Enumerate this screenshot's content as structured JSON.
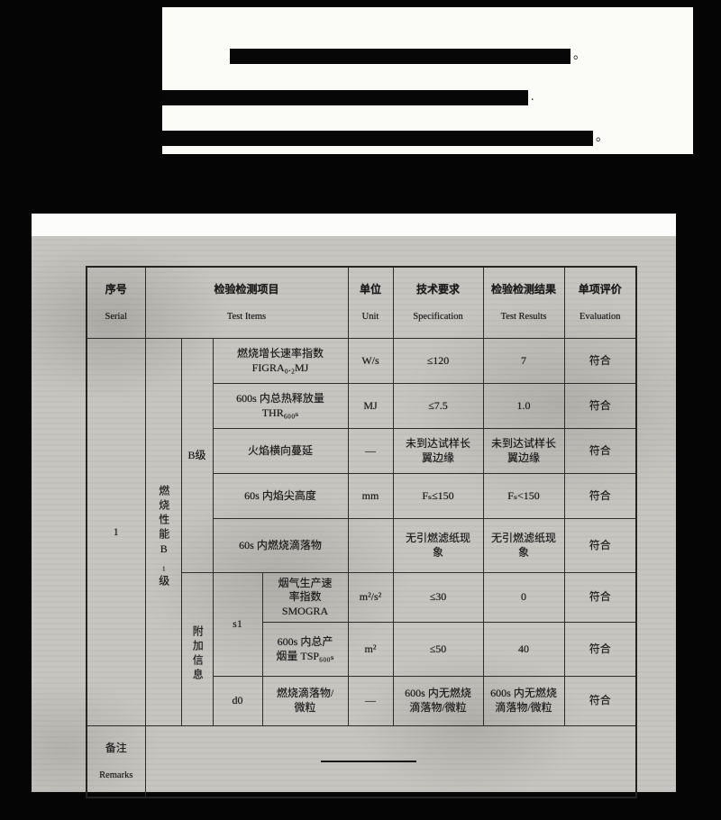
{
  "top_block": {
    "lines": [
      {
        "suffix": "。"
      },
      {
        "suffix": "."
      },
      {
        "suffix": "。"
      }
    ]
  },
  "table": {
    "header": {
      "serial_zh": "序号",
      "serial_en": "Serial",
      "items_zh": "检验检测项目",
      "items_en": "Test Items",
      "unit_zh": "单位",
      "unit_en": "Unit",
      "spec_zh": "技术要求",
      "spec_en": "Specification",
      "result_zh": "检验检测结果",
      "result_en": "Test Results",
      "eval_zh": "单项评价",
      "eval_en": "Evaluation"
    },
    "serial_value": "1",
    "category_label": "燃烧性能B₁级",
    "groups": {
      "b_class": "B级",
      "additional_info": "附加信息",
      "s1": "s1",
      "d0": "d0"
    },
    "rows": [
      {
        "name": "燃烧增长速率指数\nFIGRA₀.₂MJ",
        "unit": "W/s",
        "spec": "≤120",
        "result": "7",
        "eval": "符合"
      },
      {
        "name": "600s 内总热释放量\nTHR₆₀₀ₛ",
        "unit": "MJ",
        "spec": "≤7.5",
        "result": "1.0",
        "eval": "符合"
      },
      {
        "name": "火焰横向蔓延",
        "unit": "—",
        "spec": "未到达试样长\n翼边缘",
        "result": "未到达试样长\n翼边缘",
        "eval": "符合"
      },
      {
        "name": "60s 内焰尖高度",
        "unit": "mm",
        "spec": "Fₛ≤150",
        "result": "Fₛ<150",
        "eval": "符合"
      },
      {
        "name": "60s 内燃烧滴落物",
        "unit": "",
        "spec": "无引燃滤纸现\n象",
        "result": "无引燃滤纸现\n象",
        "eval": "符合"
      },
      {
        "name": "烟气生产速\n率指数\nSMOGRA",
        "unit": "m²/s²",
        "spec": "≤30",
        "result": "0",
        "eval": "符合"
      },
      {
        "name": "600s 内总产\n烟量 TSP₆₀₀ₛ",
        "unit": "m²",
        "spec": "≤50",
        "result": "40",
        "eval": "符合"
      },
      {
        "name": "燃烧滴落物/\n微粒",
        "unit": "—",
        "spec": "600s 内无燃烧\n滴落物/微粒",
        "result": "600s 内无燃烧\n滴落物/微粒",
        "eval": "符合"
      }
    ],
    "remarks_zh": "备注",
    "remarks_en": "Remarks"
  }
}
